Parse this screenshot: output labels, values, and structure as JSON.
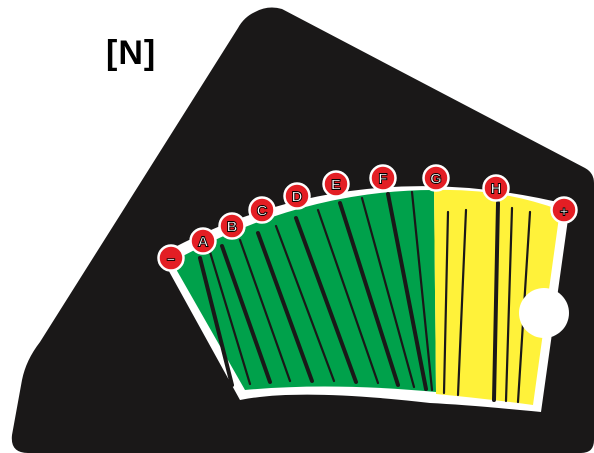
{
  "tag": "[N]",
  "colors": {
    "card": "#1a1818",
    "safe_zone": "#00a14b",
    "caution_zone": "#fff23a",
    "marker_fill": "#e31e24",
    "outline": "#ffffff"
  },
  "scale": {
    "minus_symbol": "−",
    "plus_symbol": "+",
    "markers": [
      "A",
      "B",
      "C",
      "D",
      "E",
      "F",
      "G",
      "H"
    ],
    "safe_markers": [
      "A",
      "B",
      "C",
      "D",
      "E",
      "F",
      "G"
    ],
    "caution_markers": [
      "H"
    ]
  }
}
